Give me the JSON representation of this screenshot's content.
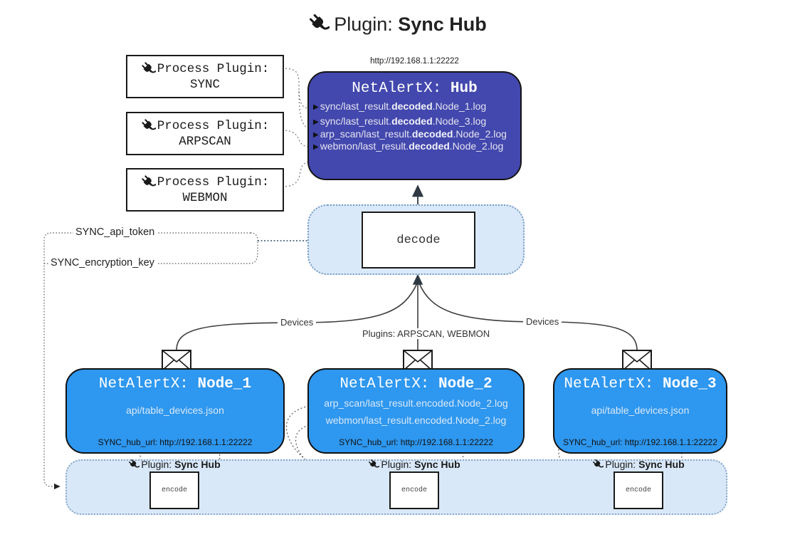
{
  "title": {
    "prefix": "Plugin: ",
    "bold": "Sync Hub"
  },
  "colors": {
    "hub_fill": "#4348ae",
    "node_fill": "#2e97ef",
    "container_fill": "#d9e9fa",
    "bar_fill": "#d9e8f9",
    "box_border": "#1a1a1a",
    "dotted_border": "#7a9cc0"
  },
  "process_plugins": [
    {
      "label": "Process Plugin:",
      "name": "SYNC"
    },
    {
      "label": "Process Plugin:",
      "name": "ARPSCAN"
    },
    {
      "label": "Process Plugin:",
      "name": "WEBMON"
    }
  ],
  "hub": {
    "url": "http://192.168.1.1:22222",
    "title_prefix": "NetAlertX: ",
    "title_bold": "Hub",
    "rows": [
      {
        "pre": "sync/last_result.",
        "bold": "decoded",
        "post": ".Node_1.log"
      },
      {
        "pre": "sync/last_result.",
        "bold": "decoded",
        "post": ".Node_3.log"
      },
      {
        "pre": "arp_scan/last_result.",
        "bold": "decoded",
        "post": ".Node_2.log"
      },
      {
        "pre": "webmon/last_result.",
        "bold": "decoded",
        "post": ".Node_2.log"
      }
    ]
  },
  "decode": {
    "label": "decode"
  },
  "secrets": {
    "api_token": "SYNC_api_token",
    "encryption_key": "SYNC_encryption_key"
  },
  "edges": {
    "devices_left": "Devices",
    "devices_right": "Devices",
    "plugins_center": "Plugins: ARPSCAN, WEBMON"
  },
  "nodes": [
    {
      "title_prefix": "NetAlertX: ",
      "title_bold": "Node_1",
      "files": [
        "api/table_devices.json"
      ],
      "hub_url": "SYNC_hub_url: http://192.168.1.1:22222"
    },
    {
      "title_prefix": "NetAlertX: ",
      "title_bold": "Node_2",
      "files": [
        "arp_scan/last_result.encoded.Node_2.log",
        "webmon/last_result.encoded.Node_2.log"
      ],
      "hub_url": "SYNC_hub_url: http://192.168.1.1:22222"
    },
    {
      "title_prefix": "NetAlertX: ",
      "title_bold": "Node_3",
      "files": [
        "api/table_devices.json"
      ],
      "hub_url": "SYNC_hub_url: http://192.168.1.1:22222"
    }
  ],
  "encode_bar": {
    "plugin_prefix": "Plugin: ",
    "plugin_bold": "Sync Hub",
    "encode_label": "encode"
  }
}
